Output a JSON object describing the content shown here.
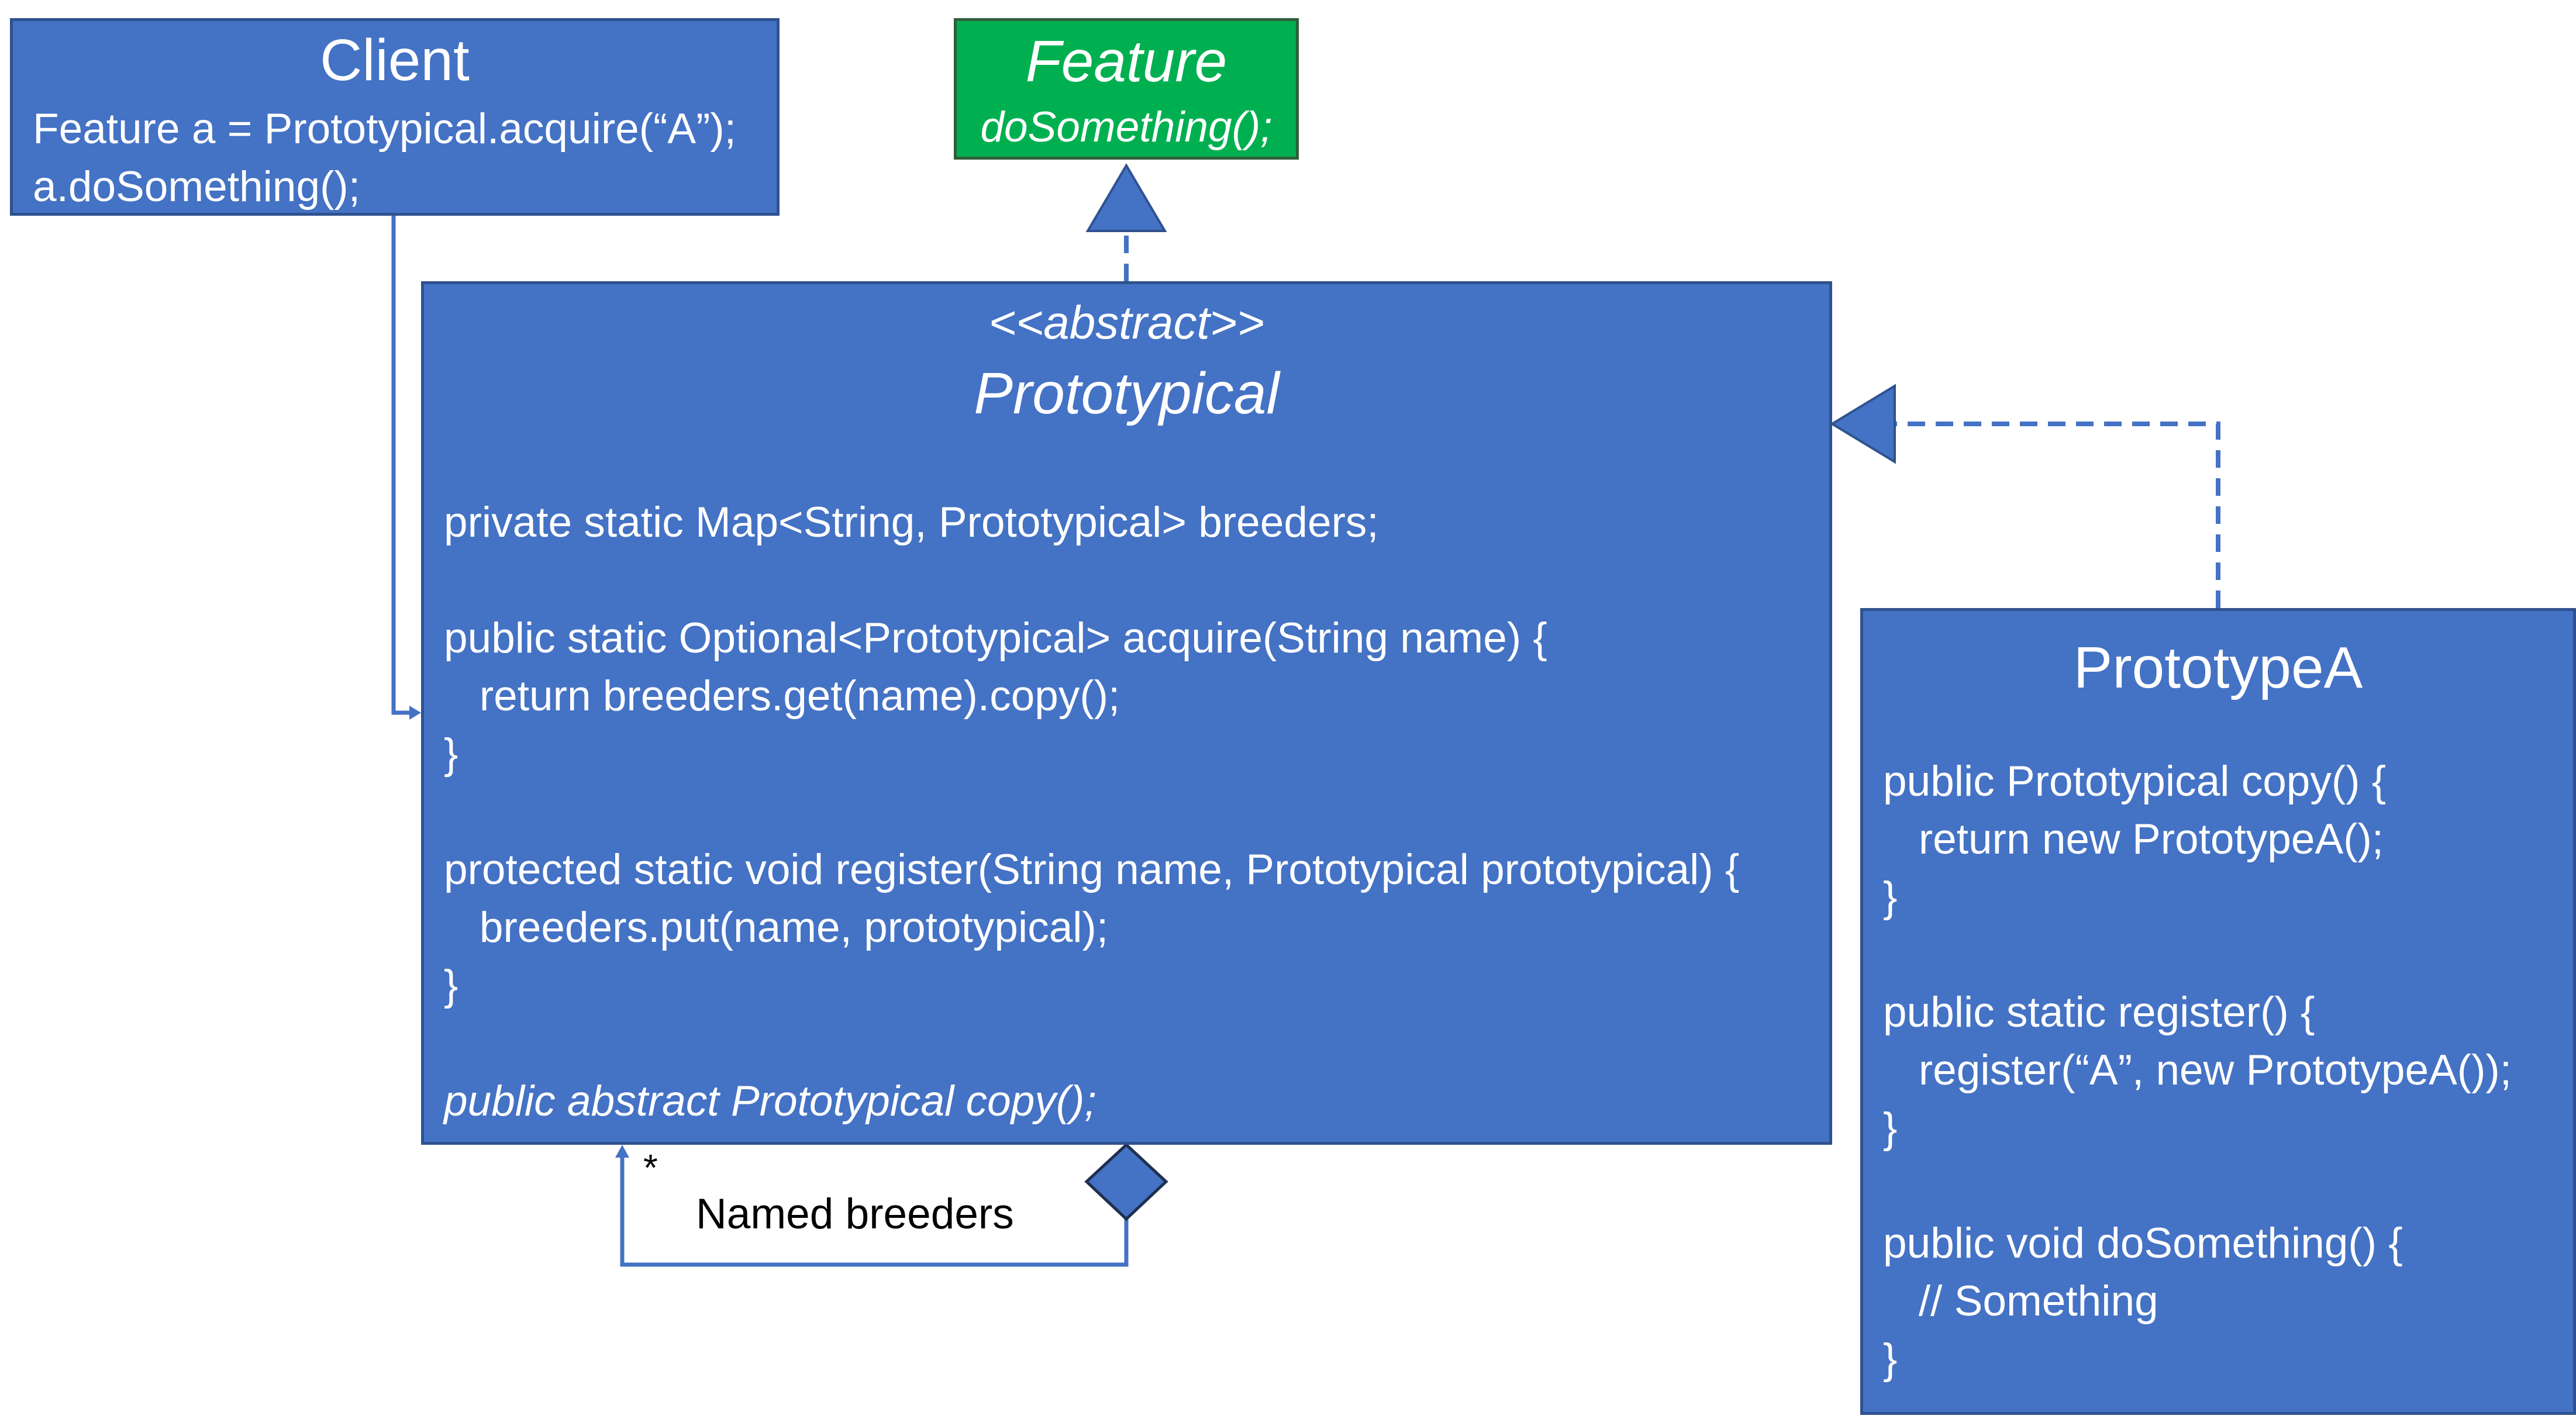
{
  "client": {
    "title": "Client",
    "lines": [
      "Feature a = Prototypical.acquire(“A”);",
      "a.doSomething();"
    ]
  },
  "feature": {
    "title": "Feature",
    "method": "doSomething();"
  },
  "prototypical": {
    "stereotype": "<<abstract>>",
    "name": "Prototypical",
    "lines": [
      "private static Map<String, Prototypical> breeders;",
      "public static Optional<Prototypical> acquire(String name) {",
      "   return breeders.get(name).copy();",
      "}",
      "protected static void register(String name, Prototypical prototypical) {",
      "   breeders.put(name, prototypical);",
      "}",
      "public abstract Prototypical copy();"
    ]
  },
  "prototypeA": {
    "title": "PrototypeA",
    "lines": [
      "public Prototypical copy() {",
      "   return new PrototypeA();",
      "}",
      "public static register() {",
      "   register(“A”, new PrototypeA());",
      "}",
      "public void doSomething() {",
      "   // Something",
      "}"
    ]
  },
  "relation": {
    "label": "Named breeders",
    "multiplicity": "*"
  },
  "colors": {
    "class_fill": "#4472c4",
    "interface_fill": "#00b050",
    "connector": "#4472c4",
    "text": "#ffffff"
  }
}
